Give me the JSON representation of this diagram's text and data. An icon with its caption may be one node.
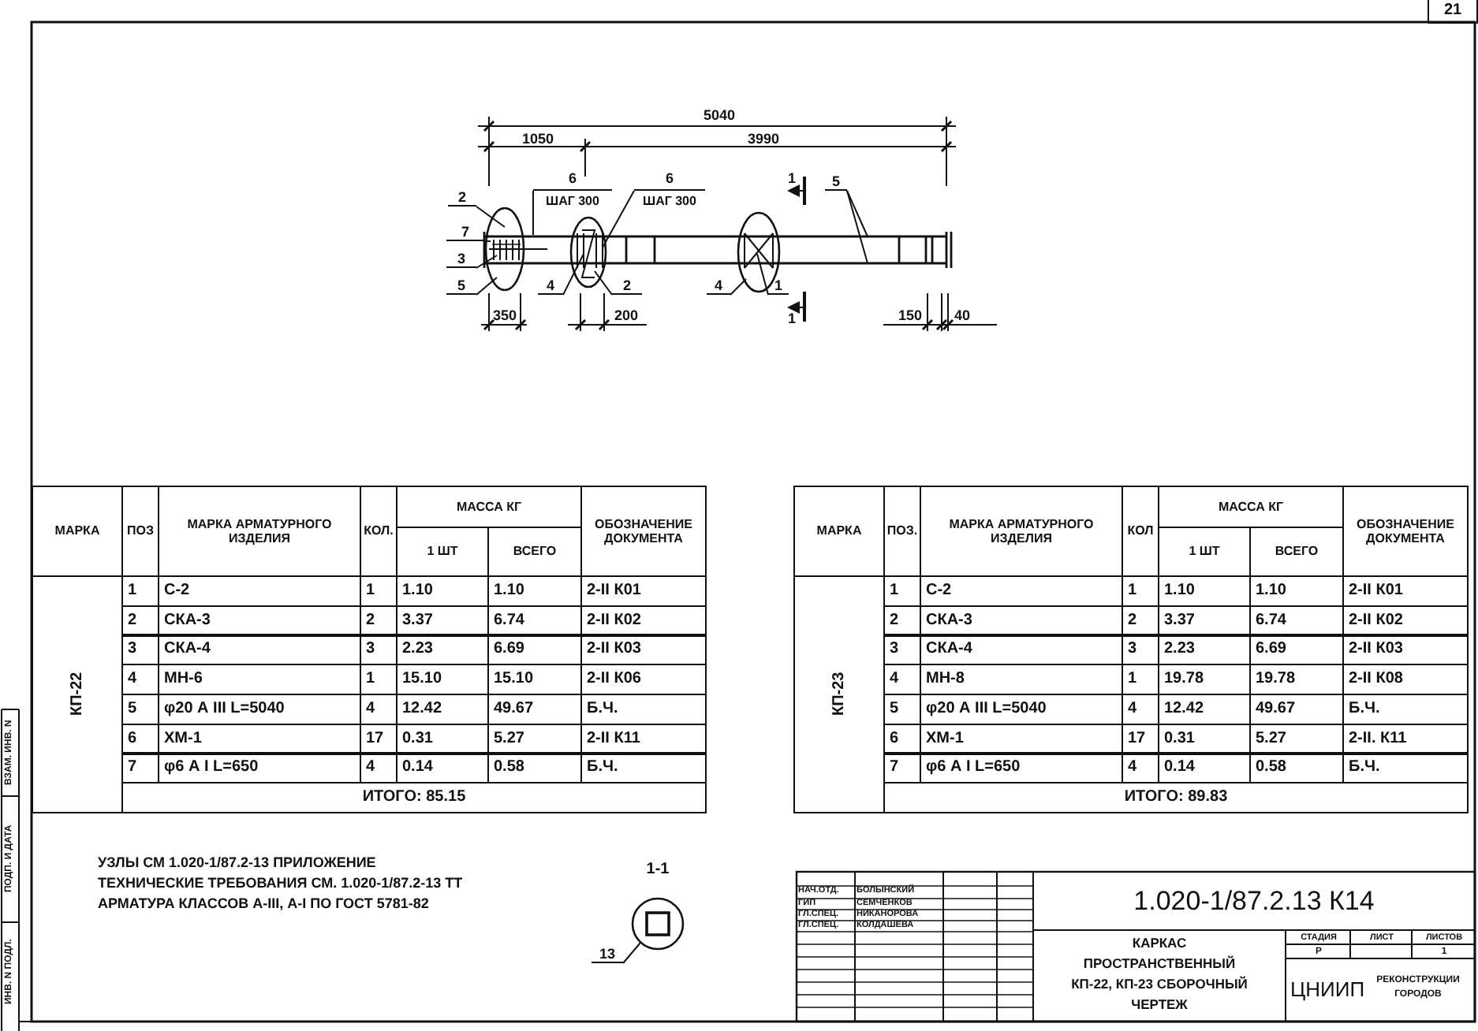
{
  "diagram": {
    "nodes": [
      {
        "text": [
          "2"
        ]
      },
      {
        "text": [
          "7"
        ]
      },
      {
        "text": [
          "3"
        ]
      },
      {
        "text": [
          "5"
        ]
      },
      {
        "text": [
          "6",
          "ШАГ 300"
        ]
      },
      {
        "text": [
          "6",
          "ШАГ 300"
        ]
      },
      {
        "text": [
          "4"
        ]
      },
      {
        "text": [
          "2"
        ]
      },
      {
        "text": [
          "4"
        ]
      },
      {
        "text": [
          "1"
        ]
      },
      {
        "text": [
          "5"
        ]
      },
      {
        "text": [
          "1-1"
        ]
      },
      {
        "text": [
          "13"
        ]
      }
    ],
    "edges": [
      {
        "from": 0,
        "to": null,
        "arrow": "none"
      },
      {
        "from": 1,
        "to": null,
        "arrow": "none"
      },
      {
        "from": 2,
        "to": null,
        "arrow": "none"
      },
      {
        "from": 3,
        "to": null,
        "arrow": "none"
      },
      {
        "from": 4,
        "to": null,
        "arrow": "none"
      },
      {
        "from": 5,
        "to": null,
        "arrow": "none"
      },
      {
        "from": 6,
        "to": null,
        "arrow": "none"
      },
      {
        "from": 7,
        "to": null,
        "arrow": "none"
      },
      {
        "from": 8,
        "to": null,
        "arrow": "none"
      },
      {
        "from": 9,
        "to": null,
        "arrow": "none"
      },
      {
        "from": 10,
        "to": null,
        "arrow": "none"
      },
      {
        "from": 10,
        "to": null,
        "arrow": "none"
      },
      {
        "from": 12,
        "to": 11,
        "arrow": "none"
      }
    ],
    "labels": [
      "21",
      "5040",
      "1050",
      "3990",
      "350",
      "200",
      "150",
      "40",
      "1",
      "1",
      "МАРКА",
      "ПОЗ",
      "МАРКА АРМАТУРНОГО ИЗДЕЛИЯ",
      "КОЛ.",
      "МАССА КГ",
      "ОБОЗНАЧЕНИЕ ДОКУМЕНТА",
      "1 ШТ",
      "ВСЕГО",
      "КП-22",
      "1",
      "С-2",
      "1",
      "1.10",
      "1.10",
      "2-II К01",
      "2",
      "СКА-3",
      "2",
      "3.37",
      "6.74",
      "2-II К02",
      "3",
      "СКА-4",
      "3",
      "2.23",
      "6.69",
      "2-II К03",
      "4",
      "МН-6",
      "1",
      "15.10",
      "15.10",
      "2-II К06",
      "5",
      "φ20 А III L=5040",
      "4",
      "12.42",
      "49.67",
      "Б.Ч.",
      "6",
      "ХМ-1",
      "17",
      "0.31",
      "5.27",
      "2-II К11",
      "7",
      "φ6 А I L=650",
      "4",
      "0.14",
      "0.58",
      "Б.Ч.",
      "ИТОГО: 85.15",
      "МАРКА",
      "ПОЗ.",
      "МАРКА АРМАТУРНОГО ИЗДЕЛИЯ",
      "КОЛ",
      "МАССА КГ",
      "ОБОЗНАЧЕНИЕ ДОКУМЕНТА",
      "1 ШТ",
      "ВСЕГО",
      "КП-23",
      "1",
      "С-2",
      "1",
      "1.10",
      "1.10",
      "2-II К01",
      "2",
      "СКА-3",
      "2",
      "3.37",
      "6.74",
      "2-II К02",
      "3",
      "СКА-4",
      "3",
      "2.23",
      "6.69",
      "2-II К03",
      "4",
      "МН-8",
      "1",
      "19.78",
      "19.78",
      "2-II К08",
      "5",
      "φ20 А III L=5040",
      "4",
      "12.42",
      "49.67",
      "Б.Ч.",
      "6",
      "ХМ-1",
      "17",
      "0.31",
      "5.27",
      "2-II. К11",
      "7",
      "φ6 А I L=650",
      "4",
      "0.14",
      "0.58",
      "Б.Ч.",
      "ИТОГО: 89.83",
      "УЗЛЫ СМ 1.020-1/87.2-13 ПРИЛОЖЕНИЕ",
      "ТЕХНИЧЕСКИЕ ТРЕБОВАНИЯ СМ. 1.020-1/87.2-13 ТТ",
      "АРМАТУРА КЛАССОВ А-III, А-I ПО ГОСТ 5781-82",
      "НАЧ.ОТД.",
      "БОЛЫНСКИЙ",
      "ГИП",
      "СЕМЧЕНКОВ",
      "ГЛ.СПЕЦ.",
      "НИКАНОРОВА",
      "ГЛ.СПЕЦ.",
      "КОЛДАШЕВА",
      "1.020-1/87.2.13 К14",
      "КАРКАС ПРОСТРАНСТВЕННЫЙ КП-22, КП-23 СБОРОЧНЫЙ ЧЕРТЕЖ",
      "СТАДИЯ",
      "ЛИСТ",
      "ЛИСТОВ",
      "Р",
      "1",
      "ЦНИИП",
      "РЕКОНСТРУКЦИИ ГОРОДОВ",
      "ИНВ. N ПОДЛ.",
      "ПОДП. И ДАТА",
      "ВЗАМ. ИНВ. N"
    ]
  }
}
